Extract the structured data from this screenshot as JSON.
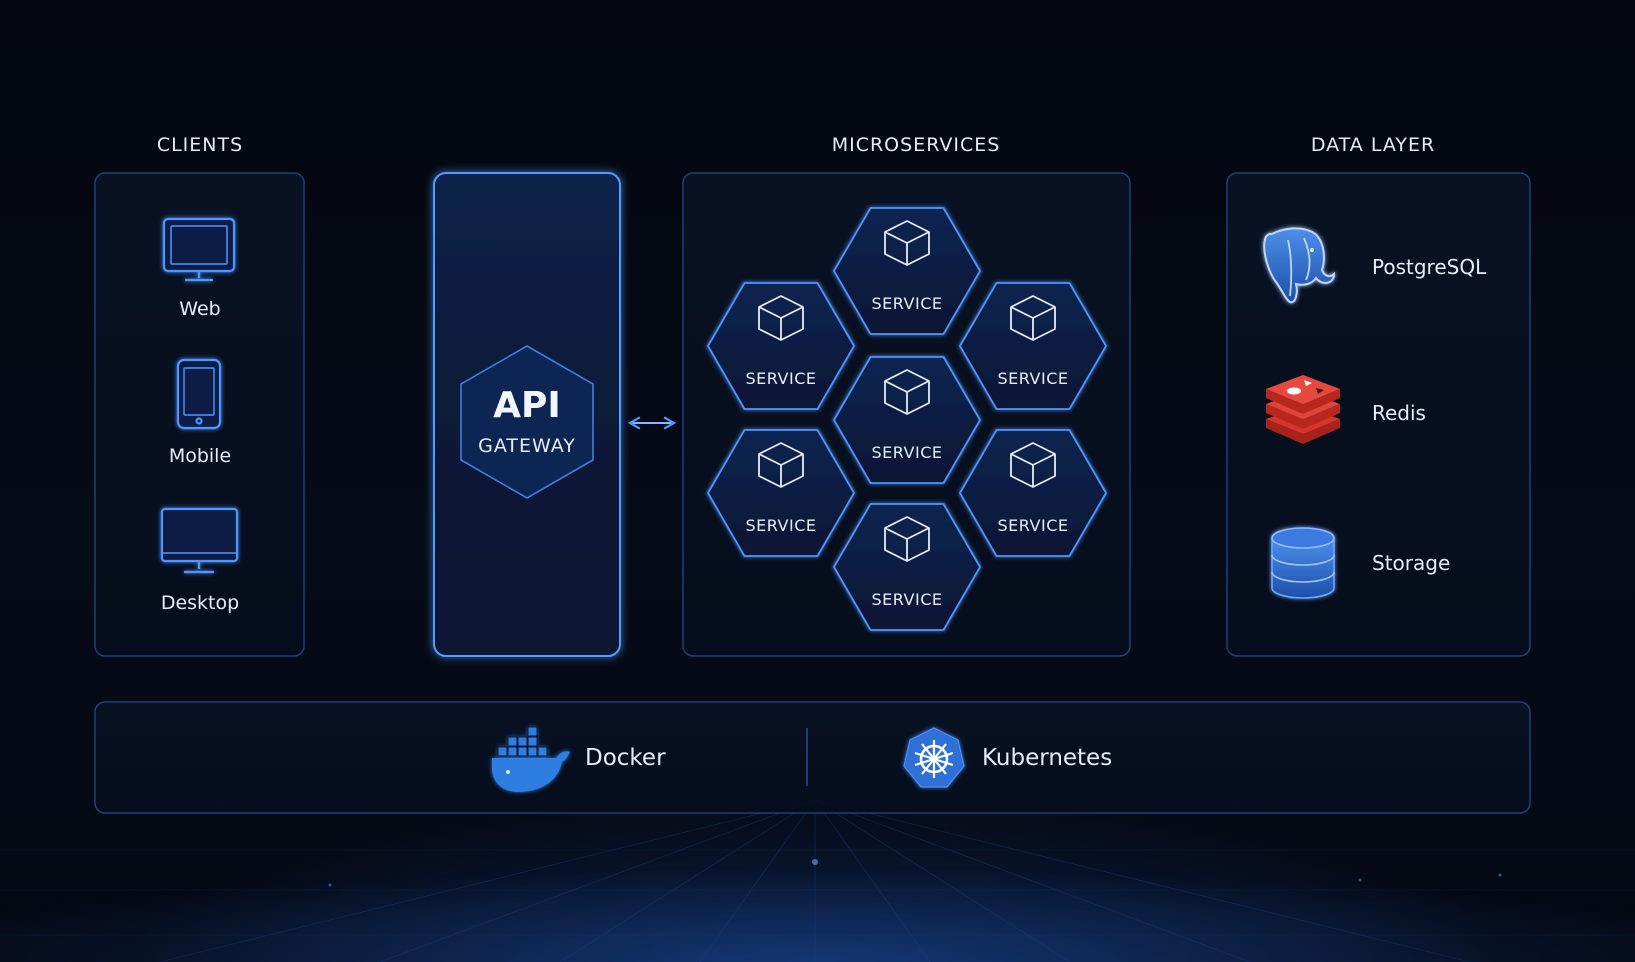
{
  "clients": {
    "heading": "CLIENTS",
    "items": [
      {
        "label": "Web",
        "icon": "monitor-icon"
      },
      {
        "label": "Mobile",
        "icon": "smartphone-icon"
      },
      {
        "label": "Desktop",
        "icon": "desktop-icon"
      }
    ]
  },
  "gateway": {
    "title": "API",
    "subtitle": "GATEWAY"
  },
  "microservices": {
    "heading": "MICROSERVICES",
    "services": [
      "SERVICE",
      "SERVICE",
      "SERVICE",
      "SERVICE",
      "SERVICE",
      "SERVICE",
      "SERVICE"
    ],
    "icon": "cube-icon"
  },
  "data_layer": {
    "heading": "DATA LAYER",
    "items": [
      {
        "label": "PostgreSQL",
        "icon": "postgresql-elephant-icon"
      },
      {
        "label": "Redis",
        "icon": "redis-icon"
      },
      {
        "label": "Storage",
        "icon": "database-icon"
      }
    ]
  },
  "platform": {
    "items": [
      {
        "label": "Docker",
        "icon": "docker-whale-icon"
      },
      {
        "label": "Kubernetes",
        "icon": "kubernetes-helm-icon"
      }
    ]
  },
  "colors": {
    "accent": "#3f8cff",
    "panel_border": "#1f3f78",
    "gateway_border": "#4f9dff",
    "redis": "#d8352a"
  }
}
